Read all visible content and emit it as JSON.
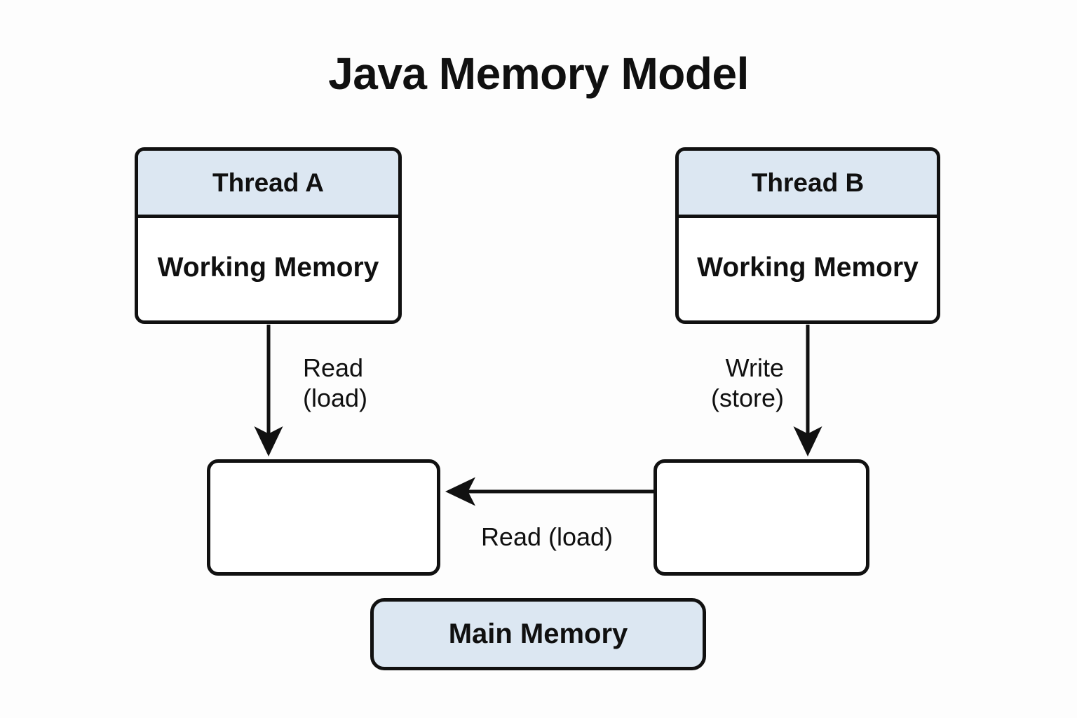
{
  "page": {
    "background_color": "#fdfdfd",
    "title": "Java Memory Model"
  },
  "colors": {
    "header_fill": "#dce7f2",
    "box_fill": "#ffffff",
    "stroke": "#111111",
    "text": "#101010"
  },
  "diagram": {
    "type": "flowchart",
    "nodes": [
      {
        "id": "thread-a",
        "header": "Thread A",
        "body": "Working\nMemory",
        "fill": "#dce7f2"
      },
      {
        "id": "thread-b",
        "header": "Thread B",
        "body": "Working\nMemory",
        "fill": "#dce7f2"
      },
      {
        "id": "buffer-left",
        "label": "",
        "fill": "#ffffff"
      },
      {
        "id": "buffer-right",
        "label": "",
        "fill": "#ffffff"
      },
      {
        "id": "main-memory",
        "label": "Main Memory",
        "fill": "#dce7f2"
      }
    ],
    "edges": [
      {
        "id": "edge-read-load-a",
        "from": "thread-a",
        "to": "buffer-left",
        "label": "Read\n(load)",
        "direction": "down"
      },
      {
        "id": "edge-write-store-b",
        "from": "thread-b",
        "to": "buffer-right",
        "label": "Write\n(store)",
        "direction": "down"
      },
      {
        "id": "edge-read-load-main",
        "from": "buffer-right",
        "to": "buffer-left",
        "label": "Read (load)",
        "direction": "left"
      }
    ]
  },
  "labels": {
    "thread_a_header": "Thread A",
    "thread_a_body": "Working\nMemory",
    "thread_b_header": "Thread B",
    "thread_b_body": "Working\nMemory",
    "main_memory": "Main Memory",
    "edge_read_load_a": "Read\n(load)",
    "edge_write_store_b": "Write\n(store)",
    "edge_read_load_horizontal": "Read (load)"
  }
}
